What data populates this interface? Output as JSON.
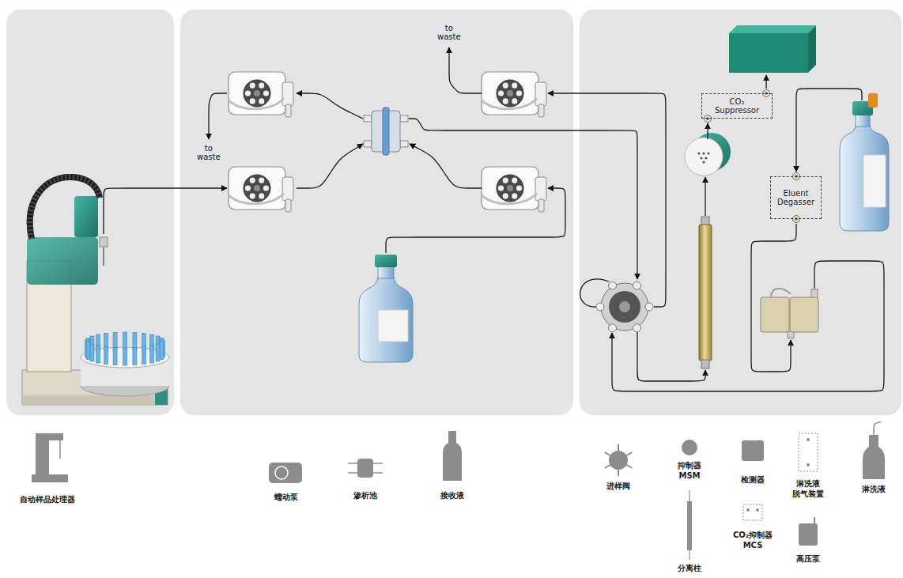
{
  "diagram": {
    "nodes": [
      {
        "text": [
          "CO₂ Suppressor"
        ]
      },
      {
        "text": [
          "Eluent Degasser"
        ]
      }
    ],
    "labels": [
      "to waste",
      "to waste"
    ],
    "legend": [
      {
        "text": "自动样品处理器"
      },
      {
        "text": "蠕动泵"
      },
      {
        "text": "渗析池"
      },
      {
        "text": "接收液"
      },
      {
        "text": "进样阀"
      },
      {
        "text": "抑制器 MSM"
      },
      {
        "text": "分离柱"
      },
      {
        "text": "检测器"
      },
      {
        "text": "CO₂抑制器 MCS"
      },
      {
        "text": "淋洗液 脱气装置"
      },
      {
        "text": "高压泵"
      },
      {
        "text": "淋洗液"
      }
    ]
  }
}
